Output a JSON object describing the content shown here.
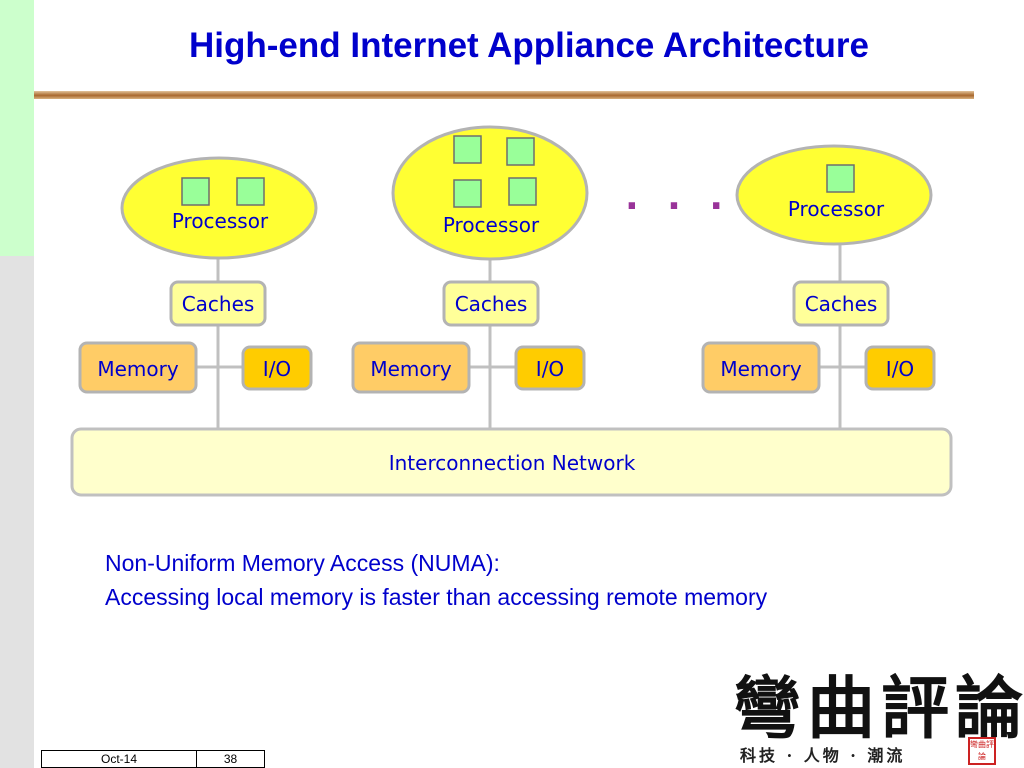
{
  "slide": {
    "title": "High-end Internet Appliance Architecture",
    "numa_line1": "Non-Uniform Memory Access (NUMA):",
    "numa_line2": "Accessing local memory is faster than accessing remote memory"
  },
  "diagram": {
    "nodes": [
      {
        "processor": "Processor",
        "caches": "Caches",
        "memory": "Memory",
        "io": "I/O",
        "cores": 2
      },
      {
        "processor": "Processor",
        "caches": "Caches",
        "memory": "Memory",
        "io": "I/O",
        "cores": 4
      },
      {
        "processor": "Processor",
        "caches": "Caches",
        "memory": "Memory",
        "io": "I/O",
        "cores": 1
      }
    ],
    "network": "Interconnection Network",
    "ellipsis": "· · ·"
  },
  "logo": {
    "main": "彎曲評論",
    "sub": "科技 · 人物 · 潮流",
    "seal": "彎曲評論"
  },
  "footer": {
    "date": "Oct-14",
    "page": "38"
  },
  "colors": {
    "title": "#0000cc",
    "processor_fill": "#ffff33",
    "core_fill": "#99ff99",
    "caches_fill": "#ffff99",
    "memory_fill": "#ffcc66",
    "io_fill": "#ffcc00",
    "network_fill": "#ffffcc",
    "ellipsis": "#993399"
  }
}
